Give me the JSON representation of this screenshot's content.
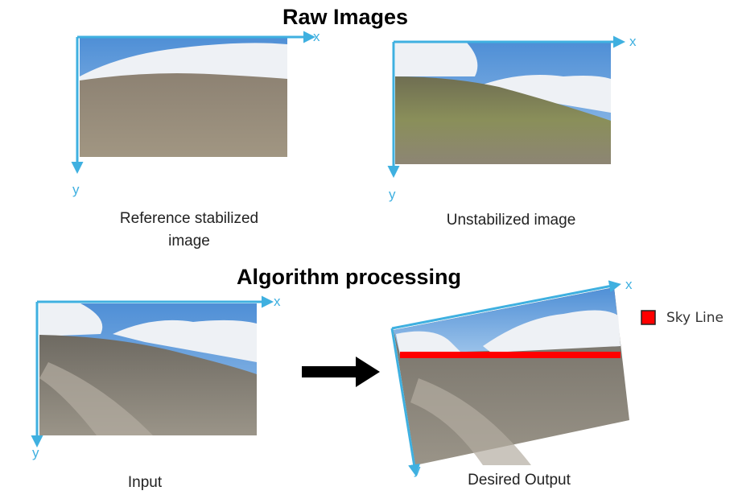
{
  "titles": {
    "raw": "Raw Images",
    "algorithm": "Algorithm processing"
  },
  "captions": {
    "reference": "Reference stabilized image",
    "unstabilized": "Unstabilized image",
    "input": "Input",
    "output": "Desired Output"
  },
  "axes": {
    "x": "x",
    "y": "y"
  },
  "legend": {
    "label": "Sky Line",
    "color": "#ff0000"
  },
  "colors": {
    "axis": "#3fb0e0",
    "arrow": "#000000",
    "sky": "#6fa3df",
    "cloud": "#f1f3f6",
    "ground": "#8b7f6e"
  }
}
